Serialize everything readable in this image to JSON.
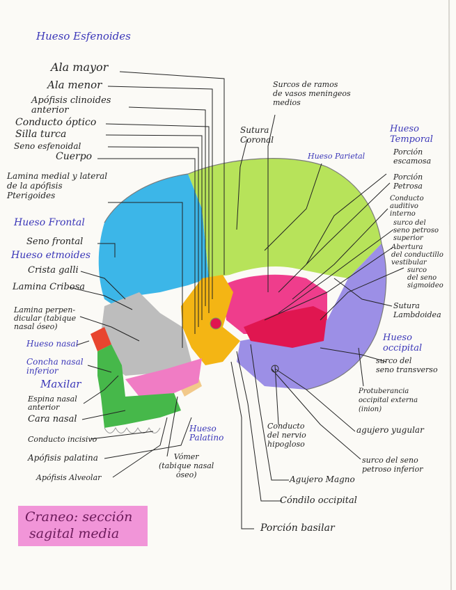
{
  "title": {
    "line1": "Hueso Esfenoides"
  },
  "left_labels": {
    "ala_mayor": "Ala mayor",
    "ala_menor": "Ala menor",
    "apofisis_clinoides": "Apófisis clinoides\nanterior",
    "conducto_optico": "Conducto óptico",
    "silla_turca": "Silla turca",
    "seno_esfenoidal": "Seno esfenoidal",
    "cuerpo": "Cuerpo",
    "lamina_pterigoides": "Lamina medial y lateral\nde la apófisis\nPterigoides",
    "hueso_frontal": "Hueso Frontal",
    "seno_frontal": "Seno frontal",
    "hueso_etmoides": "Hueso etmoides",
    "crista_galli": "Crista galli",
    "lamina_cribosa": "Lamina Cribosa",
    "lamina_perpendicular": "Lamina perpen-\ndicular (tabique\nnasal óseo)",
    "hueso_nasal": "Hueso nasal",
    "concha_nasal": "Concha nasal\ninferior",
    "maxilar": "Maxilar",
    "espina_nasal": "Espina nasal\nanterior",
    "cara_nasal": "Cara nasal",
    "conducto_incisivo": "Conducto incisivo",
    "apofisis_palatina": "Apófisis palatina",
    "apofisis_alveolar": "Apófisis Alveolar"
  },
  "center_labels": {
    "vomer": "Vómer\n(tabique nasal\nóseo)",
    "hueso_palatino": "Hueso\nPalatino",
    "surcos_meningeos": "Surcos de ramos\nde vasos meningeos\nmedios",
    "sutura_coronal": "Sutura\nCoronal",
    "hueso_parietal": "Hueso Parietal",
    "conducto_hipogloso": "Conducto\ndel nervio\nhipogloso",
    "agujero_magno": "Agujero Magno",
    "condilo_occipital": "Cóndilo occipital",
    "porcion_basilar": "Porción basilar"
  },
  "right_labels": {
    "hueso_temporal": "Hueso\nTemporal",
    "porcion_escamosa": "Porción\nescamosa",
    "porcion_petrosa": "Porción\nPetrosa",
    "conducto_auditivo": "Conducto\nauditivo\ninterno",
    "surco_petroso_sup": "surco del\nseno petroso\nsuperior",
    "abertura_vestibular": "Abertura\ndel conductillo\nvestibular",
    "surco_sigmoideo": "surco\ndel seno\nsigmoideo",
    "sutura_lambdoidea": "Sutura\nLambdoidea",
    "hueso_occipital": "Hueso\noccipital",
    "surco_transverso": "surco del\nseno transverso",
    "protuberancia": "Protuberancia\noccipital externa\n(inion)",
    "agujero_yugular": "agujero yugular",
    "surco_petroso_inf": "surco del seno\npetroso inferior"
  },
  "caption": {
    "line1": "Craneo: sección",
    "line2": "sagital media"
  },
  "colors": {
    "frontal": "#3cb6e8",
    "parietal": "#b7e35a",
    "occipital": "#9c8fe6",
    "temporal": "#ef3d8c",
    "petrosa": "#e01650",
    "esfenoides": "#f4b514",
    "etmoides": "#bdbdbd",
    "nasal": "#e8452f",
    "maxilar": "#46b84a",
    "palatino": "#f07cc4",
    "vomer": "#f2c98a",
    "caption_bg": "#f08fd6",
    "blue_ink": "#3a36b8"
  }
}
